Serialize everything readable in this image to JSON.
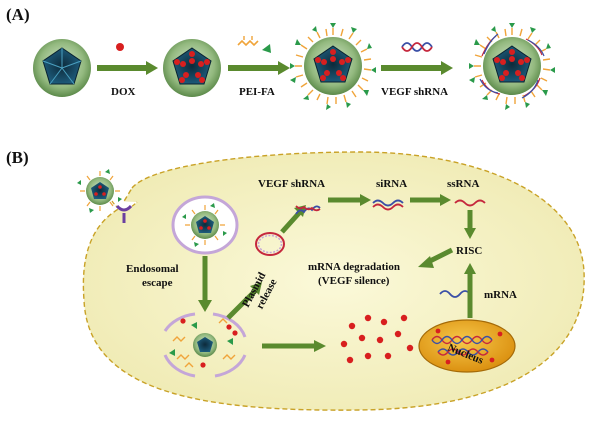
{
  "panel_a": {
    "label": "(A)",
    "step_labels": [
      "DOX",
      "PEI-FA",
      "VEGF shRNA"
    ]
  },
  "panel_b": {
    "label": "(B)",
    "endosomal_escape": [
      "Endosomal",
      "escape"
    ],
    "plasmid_release": [
      "Plasmid",
      "release"
    ],
    "vegf_shrna": "VEGF shRNA",
    "sirna": "siRNA",
    "ssrna": "ssRNA",
    "risc": "RISC",
    "mrna_degradation": [
      "mRNA degradation",
      "(VEGF silence)"
    ],
    "mrna": "mRNA",
    "nucleus": "Nucleus"
  },
  "colors": {
    "arrow_green": "#5a8a2e",
    "cell_fill": "#f5f3c4",
    "cell_border": "#c9a227",
    "nucleus_fill": "#e2a317",
    "nanoparticle_shell": "#8fb37a",
    "dox_red": "#d81f1f",
    "pei_orange": "#f0a43a",
    "fa_green": "#2a9a4a",
    "rna_blue": "#3a4fa6",
    "rna_red": "#c5283d",
    "membrane_purple": "#c4a6d8"
  }
}
